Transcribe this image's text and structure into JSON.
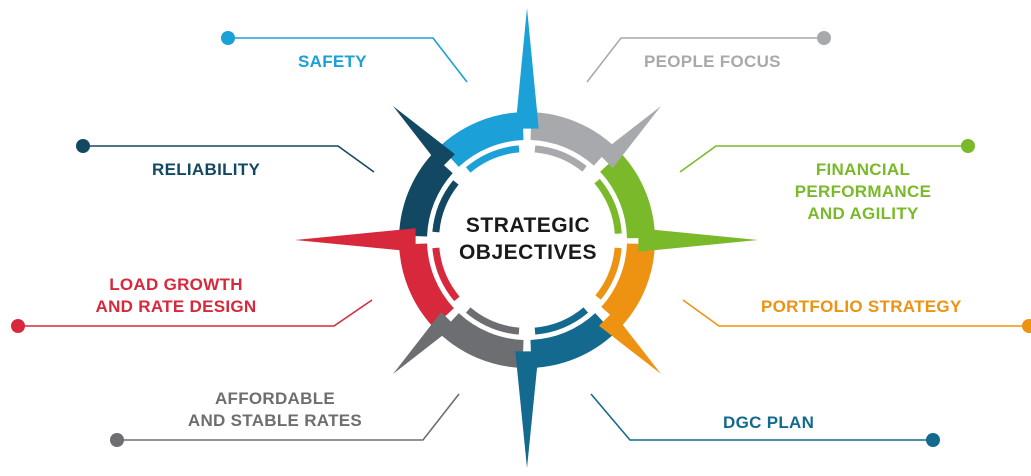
{
  "center": {
    "line1": "STRATEGIC",
    "line2": "OBJECTIVES"
  },
  "objectives": [
    {
      "id": "safety",
      "lines": [
        "SAFETY"
      ],
      "color": "#1BA0D8"
    },
    {
      "id": "people-focus",
      "lines": [
        "PEOPLE FOCUS"
      ],
      "color": "#A7A9AC"
    },
    {
      "id": "financial",
      "lines": [
        "FINANCIAL",
        "PERFORMANCE",
        "AND AGILITY"
      ],
      "color": "#7AB929"
    },
    {
      "id": "portfolio",
      "lines": [
        "PORTFOLIO STRATEGY"
      ],
      "color": "#EE9212"
    },
    {
      "id": "dgc-plan",
      "lines": [
        "DGC PLAN"
      ],
      "color": "#136A8E"
    },
    {
      "id": "affordable",
      "lines": [
        "AFFORDABLE",
        "AND STABLE RATES"
      ],
      "color": "#6D6E71"
    },
    {
      "id": "load-growth",
      "lines": [
        "LOAD GROWTH",
        "AND RATE DESIGN"
      ],
      "color": "#D7283C"
    },
    {
      "id": "reliability",
      "lines": [
        "RELIABILITY"
      ],
      "color": "#134862"
    }
  ]
}
